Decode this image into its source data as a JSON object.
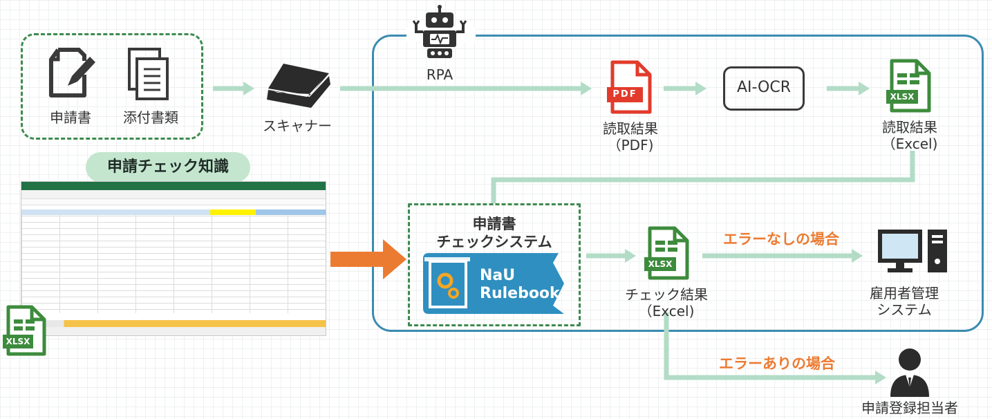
{
  "inputs": {
    "application_form": "申請書",
    "attachments": "添付書類"
  },
  "scanner": {
    "label": "スキャナー"
  },
  "rpa": {
    "label": "RPA"
  },
  "pdf_result": {
    "badge": "PDF",
    "line1": "読取結果",
    "line2": "（PDF)"
  },
  "ai_ocr": {
    "label": "AI-OCR"
  },
  "excel_result": {
    "badge": "XLSX",
    "line1": "読取結果",
    "line2": "（Excel)"
  },
  "knowledge": {
    "title": "申請チェック知識",
    "badge": "XLSX"
  },
  "check_system": {
    "line1": "申請書",
    "line2": "チェックシステム",
    "book_line1": "NaU",
    "book_line2": "Rulebook"
  },
  "check_result": {
    "badge": "XLSX",
    "line1": "チェック結果",
    "line2": "（Excel)"
  },
  "no_error": {
    "label": "エラーなしの場合"
  },
  "employer_system": {
    "line1": "雇用者管理",
    "line2": "システム"
  },
  "with_error": {
    "label": "エラーありの場合"
  },
  "registrar": {
    "label": "申請登録担当者"
  },
  "colors": {
    "arrow_green": "#b3dcc7",
    "arrow_orange": "#ec7b32",
    "frame_blue": "#3b8bb0",
    "dashed_green": "#3c8a4e",
    "pdf_red": "#e23b2c",
    "xlsx_green": "#3d8b3d",
    "book_blue": "#2f8fc0"
  }
}
